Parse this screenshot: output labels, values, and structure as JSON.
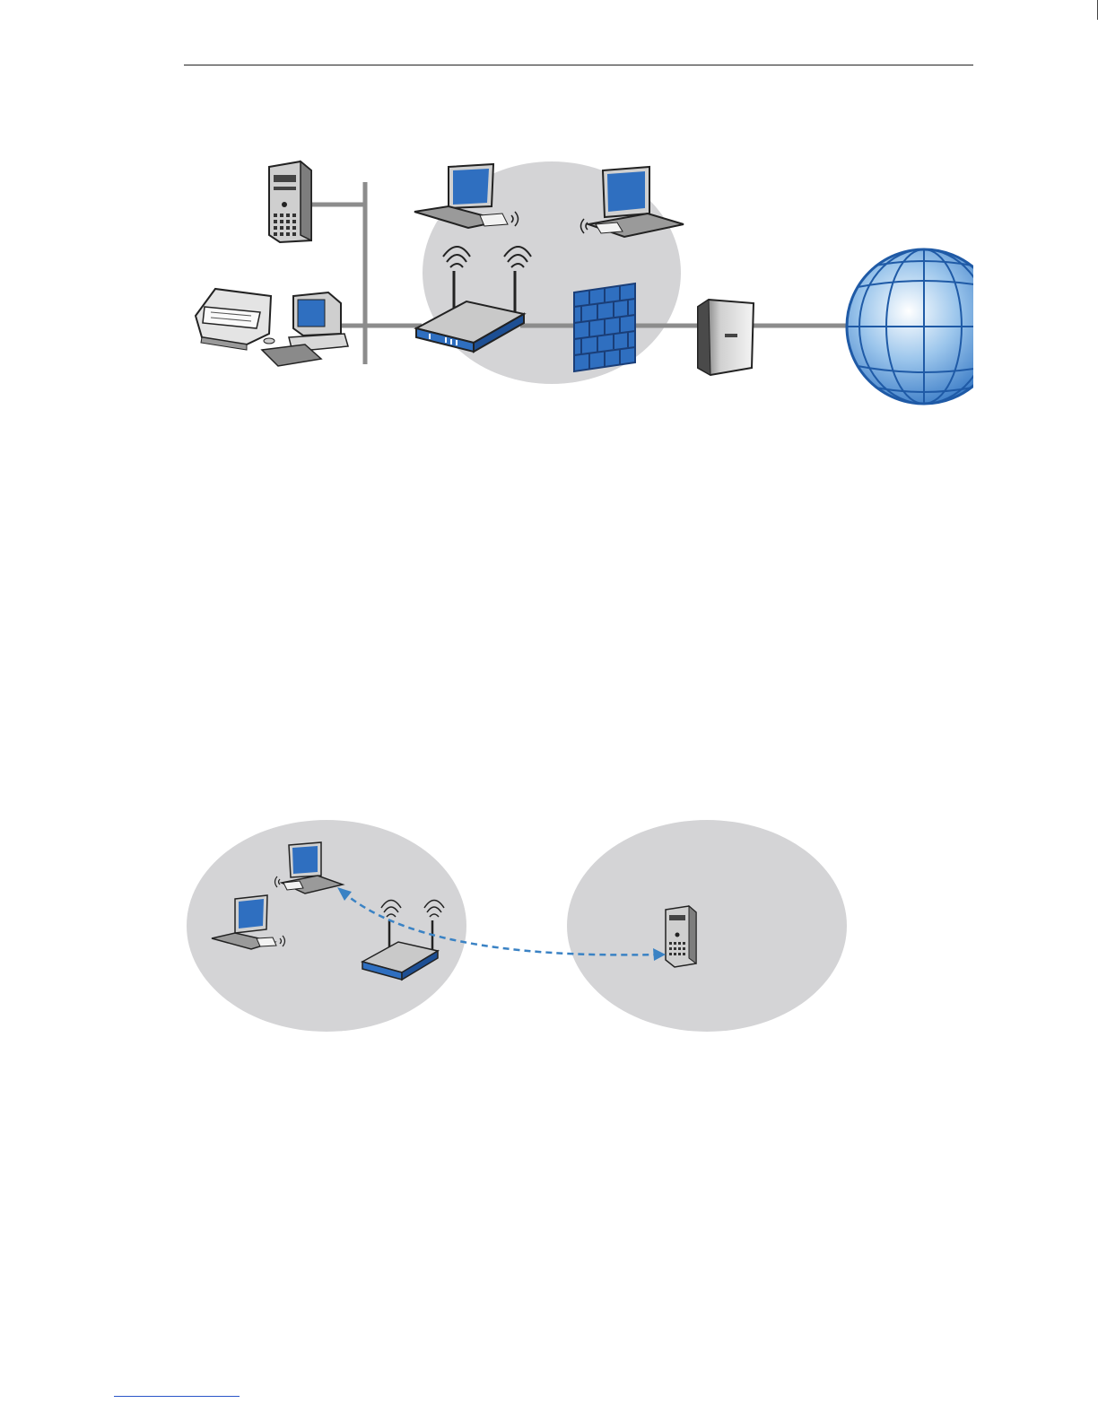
{
  "figures": [
    {
      "id": "network-topology",
      "nodes": [
        "server",
        "printer",
        "desktop-pc",
        "laptop",
        "laptop",
        "wireless-router",
        "firewall",
        "modem",
        "internet-globe"
      ]
    },
    {
      "id": "remote-connection",
      "nodes": [
        "laptop",
        "laptop",
        "wireless-router",
        "server"
      ],
      "link_style": "dashed-arrow"
    }
  ],
  "colors": {
    "zone": "#d4d4d6",
    "cable": "#8c8c8c",
    "device_blue": "#2f6fc0",
    "dashed_link": "#3a82c4",
    "footer_link": "#2b56c8"
  },
  "icons": [
    "server-icon",
    "printer-icon",
    "desktop-pc-icon",
    "laptop-icon",
    "wireless-router-icon",
    "firewall-icon",
    "modem-icon",
    "globe-icon",
    "wifi-signal-icon"
  ]
}
